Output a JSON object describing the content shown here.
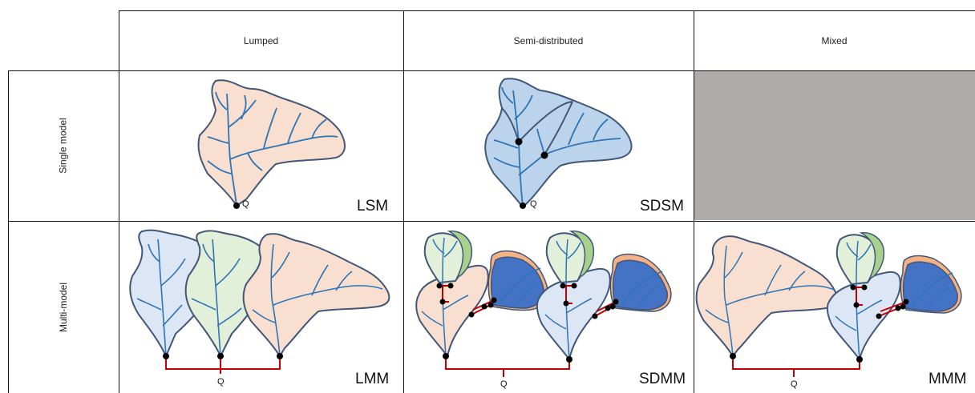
{
  "columns": [
    {
      "label": "Lumped"
    },
    {
      "label": "Semi-distributed"
    },
    {
      "label": "Mixed"
    }
  ],
  "rows": [
    {
      "label": "Single model"
    },
    {
      "label": "Multi-model"
    }
  ],
  "cells": {
    "lsm": {
      "tag": "LSM",
      "outlet": "Q"
    },
    "sdsm": {
      "tag": "SDSM",
      "outlet": "Q"
    },
    "lmm": {
      "tag": "LMM",
      "outlet": "Q"
    },
    "sdmm": {
      "tag": "SDMM",
      "outlet": "Q"
    },
    "mmm": {
      "tag": "MMM",
      "outlet": "Q"
    }
  },
  "colors": {
    "lumped_fill": "#f8dfd0",
    "semi_fill": "#bcd3ec",
    "light_blue_fill": "#dde6f5",
    "green_fill": "#e2efd9",
    "dark_green": "#a9d18e",
    "orange_strip": "#f4b183",
    "dark_blue_fill": "#4472c4",
    "river": "#2e75b6",
    "outline": "#41577a",
    "connector": "#c00000",
    "blocked_cell": "#b0abab"
  }
}
